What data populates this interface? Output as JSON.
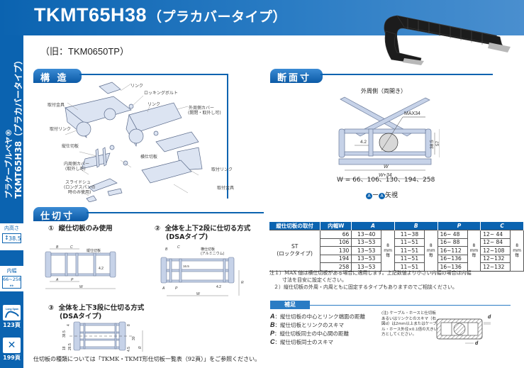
{
  "header": {
    "model": "TKMT65H38",
    "type": "（プラカバータイプ）",
    "old_name": "（旧：TKM0650TP）"
  },
  "sidebar": {
    "vertical_title_1": "プラケーブルベヤ®",
    "vertical_title_2": "TKMT65H38（プラカバータイプ）",
    "inner_height_label": "内高さ",
    "inner_height_value": "38.5",
    "inner_width_label": "内幅",
    "inner_width_value": "66~258",
    "long_span_label": "Long Span",
    "long_span_page": "123頁",
    "tool_page": "199頁"
  },
  "structure": {
    "heading": "構 造",
    "labels": {
      "link_top": "リンク",
      "locking_bolt": "ロッキングボルト",
      "link_mid": "リンク",
      "outer_cover": "外周側カバー",
      "outer_cover_note": "(開閉・取外し可)",
      "mount_bracket_top": "取付金具",
      "mount_link_left": "取付リンク",
      "vertical_partition": "縦仕切板",
      "inner_cover": "内周側カバー",
      "inner_cover_note": "(取外し可)",
      "horizontal_partition": "横仕切板",
      "mount_link_right": "取付リンク",
      "slide_shoe": "スライドシュ",
      "slide_shoe_note1": "(ロングスパンの",
      "slide_shoe_note2": "時のみ使用)",
      "mount_bracket_bottom": "取付金具"
    }
  },
  "cross_section": {
    "heading": "断面寸法",
    "outer_side_label": "外周側（両開き）",
    "max_label": "MAX34",
    "dim_42": "4.2",
    "dim_385": "38.5",
    "dim_57": "57",
    "dim_w": "W",
    "dim_w34": "W+34",
    "w_values": "W = 66、106、130、194、258",
    "view_marker": "A",
    "view_label": "矢視",
    "view_dash": "ー"
  },
  "partition_dimensions": {
    "heading": "仕切寸法",
    "method1": {
      "num": "①",
      "title": "縦仕切板のみ使用",
      "label_vertical": "縦仕切板"
    },
    "method2": {
      "num": "②",
      "title": "全体を上下2段に仕切る方式",
      "subtitle": "(DSAタイプ)",
      "label_horizontal": "横仕切板",
      "label_horizontal_note": "(アルミニウム)"
    },
    "method3": {
      "num": "③",
      "title": "全体を上下3段に仕切る方式",
      "subtitle": "(DSAタイプ)"
    },
    "dims": {
      "A": "A",
      "B": "B",
      "C": "C",
      "P": "P",
      "W": "W",
      "d42": "4.2",
      "d4": "4",
      "d18": "18",
      "d265": "26.5",
      "d385": "38.5",
      "d8": "8",
      "d30": "30",
      "d45": "4.5",
      "d165": "16.5",
      "dR": "R"
    },
    "footnote": "仕切板の種類については「TKMK・TKMT形仕切板一覧表（92頁）」をご参照ください。"
  },
  "table": {
    "headers": [
      "縦仕切板の取付",
      "内幅W",
      "A",
      "B",
      "P",
      "C"
    ],
    "mount_type": "ST",
    "mount_type_note": "(ロックタイプ)",
    "step_label": [
      "8",
      "mm",
      "毎"
    ],
    "rows": [
      {
        "w": "66",
        "a": "13~40",
        "b": "11~38",
        "p": "16~ 48",
        "c": "12~ 44"
      },
      {
        "w": "106",
        "a": "13~53",
        "b": "11~51",
        "p": "16~ 88",
        "c": "12~ 84"
      },
      {
        "w": "130",
        "a": "13~53",
        "b": "11~51",
        "p": "16~112",
        "c": "12~108"
      },
      {
        "w": "194",
        "a": "13~53",
        "b": "11~51",
        "p": "16~136",
        "c": "12~132"
      },
      {
        "w": "258",
        "a": "13~53",
        "b": "11~51",
        "p": "16~136",
        "c": "12~132"
      }
    ]
  },
  "notes": {
    "note1a": "注１）MAX 値は横仕切板がある場合に適用します。上記数値より小さい内幅の場合は内幅",
    "note1b": "寸法を目安に設定ください。",
    "note2": "２）縦仕切板の外周・内周ともに固定するタイプもありますのでご相談ください。"
  },
  "supplement": {
    "heading": "補足",
    "items": [
      {
        "key": "A",
        "text": "：縦仕切板の中心とリンク端面の距離"
      },
      {
        "key": "B",
        "text": "：縦仕切板とリンクのスキマ"
      },
      {
        "key": "P",
        "text": "：縦仕切板同士の中心間の距離"
      },
      {
        "key": "C",
        "text": "：縦仕切板同士のスキマ"
      }
    ],
    "note": "(注) ケーブル・ホースと仕切板あるいはリンクとのスキマ（右図d）は2mm以上またはケーブル・ホース外径×0.1倍の大きい方としてください。",
    "d_label": "d"
  }
}
